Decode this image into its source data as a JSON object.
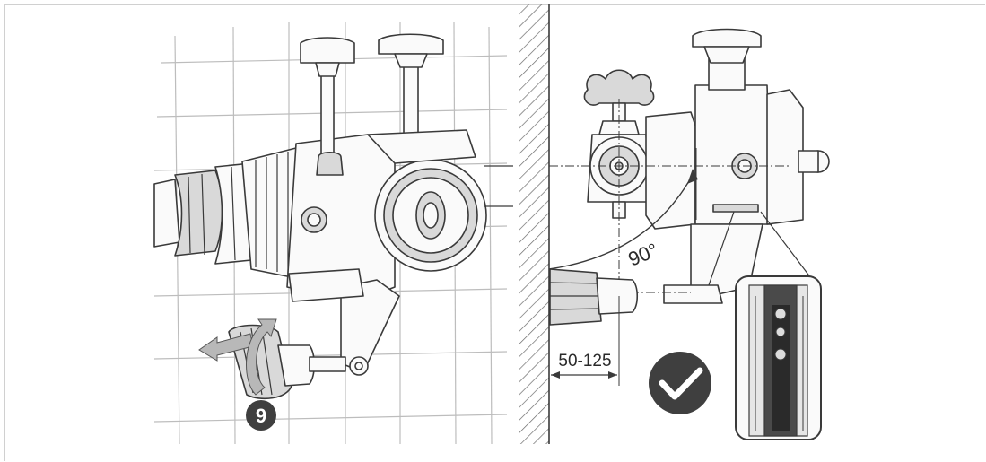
{
  "step_number": "9",
  "angle_label": "90°",
  "distance_label": "50-125",
  "icons": {
    "step": "step-number-badge",
    "confirm": "checkmark-circle-icon",
    "arrow": "rotate-and-pull-arrow-icon"
  },
  "colors": {
    "outline": "#3a3a3a",
    "badge": "#3f3f3f",
    "grid": "#bdbdbd",
    "arrow": "#b8b8b8"
  }
}
